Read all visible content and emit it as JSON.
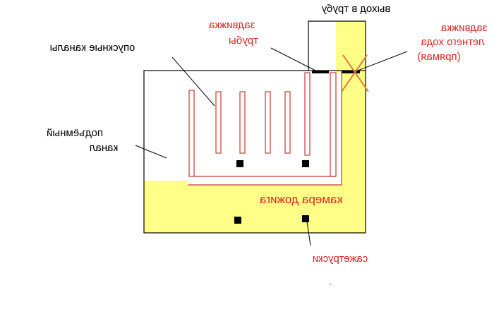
{
  "labels": {
    "exit_to_pipe": "выход в трубу",
    "pipe_damper_line1": "задвижка",
    "pipe_damper_line2": "трубы",
    "summer_damper_line1": "задвижка",
    "summer_damper_line2": "летнего хода",
    "summer_damper_line3": "(прямая)",
    "downdraft_channels": "опускные каналы",
    "lift_channel_line1": "подъёмный",
    "lift_channel_line2": "канал",
    "afterburn_chamber": "камера дожига",
    "soot_doors": "сажетруски"
  },
  "colors": {
    "yellow_fill": "#ffff88",
    "channel_red": "#cc3333",
    "text_black": "#000000",
    "text_red": "#dd2222",
    "cross_orange": "#e07a3a"
  }
}
